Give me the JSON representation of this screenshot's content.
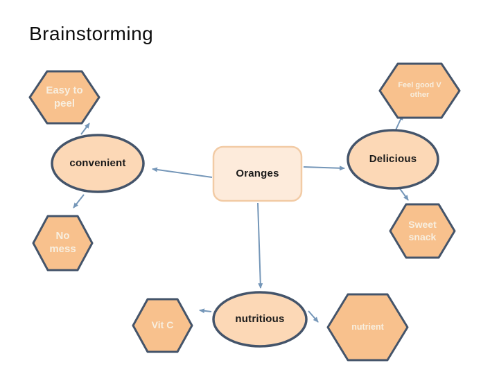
{
  "slide": {
    "title": "Brainstorming",
    "colors": {
      "hex_fill": "#F8C18D",
      "hex_stroke": "#44546A",
      "ellipse_fill": "#FCD8B6",
      "ellipse_stroke": "#44546A",
      "center_fill": "#FDEBDB",
      "center_stroke": "#F2CBA5",
      "connector": "#7496B8",
      "light_text": "#F8EFE0",
      "dark_text": "#1A1A1A"
    },
    "center": {
      "label": "Oranges",
      "shape": "rounded-rectangle"
    },
    "nodes": {
      "easy_to_peel": {
        "label": "Easy to peel",
        "shape": "hexagon"
      },
      "feel_good": {
        "label": "Feel good V other",
        "shape": "hexagon"
      },
      "convenient": {
        "label": "convenient",
        "shape": "ellipse"
      },
      "delicious": {
        "label": "Delicious",
        "shape": "ellipse"
      },
      "no_mess": {
        "label": "No mess",
        "shape": "hexagon"
      },
      "sweet_snack": {
        "label": "Sweet snack",
        "shape": "hexagon"
      },
      "vit_c": {
        "label": "Vit C",
        "shape": "hexagon"
      },
      "nutritious": {
        "label": "nutritious",
        "shape": "ellipse"
      },
      "nutrient": {
        "label": "nutrient",
        "shape": "hexagon"
      }
    }
  }
}
